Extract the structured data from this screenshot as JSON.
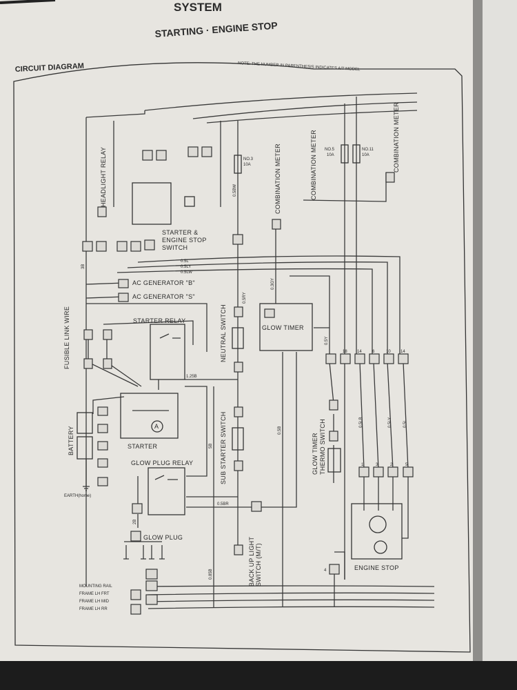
{
  "header": {
    "system_title": "SYSTEM",
    "subtitle": "STARTING · ENGINE STOP",
    "section": "CIRCUIT DIAGRAM",
    "note": "NOTE: THE NUMBER IN PARENTHESIS INDICATES A/T MODEL"
  },
  "components": {
    "headlight_relay": "HEADLIGHT RELAY",
    "starter_switch": [
      "STARTER &",
      "ENGINE STOP",
      "SWITCH"
    ],
    "ac_gen_b": "AC GENERATOR \"B\"",
    "ac_gen_s": "AC GENERATOR \"S\"",
    "fusible_link": "FUSIBLE LINK WIRE",
    "starter_relay": "STARTER RELAY",
    "starter": "STARTER",
    "battery": "BATTERY",
    "earth": "EARTH(home)",
    "glow_plug_relay": "GLOW PLUG RELAY",
    "glow_plug": "GLOW PLUG",
    "neutral_switch": "NEUTRAL SWITCH",
    "sub_starter_switch": "SUB STARTER SWITCH",
    "glow_timer": "GLOW TIMER",
    "combination_meter": "COMBINATION METER",
    "fuse_3": [
      "NO.3",
      "10A"
    ],
    "fuse_5": [
      "NO.5",
      "10A"
    ],
    "fuse_11": [
      "NO.11",
      "10A"
    ],
    "thermo_switch": [
      "GLOW TIMER",
      "THERMO SWITCH"
    ],
    "engine_stop": "ENGINE STOP",
    "backup_light": [
      "BACK UP LIGHT",
      "SWITCH (M/T)"
    ],
    "ground_rails": [
      "MOUNTING RAIL",
      "FRAME LH FRT",
      "FRAME LH MID",
      "FRAME LH RR"
    ]
  },
  "wire_labels": [
    "0.5L",
    "0.5LY",
    "0.5LW",
    "0.5BW",
    "0.5RY",
    "0.3GY",
    "1.25B",
    "0.5BR",
    "0.5B",
    "0.5Y",
    "0.5LB",
    "0.5LY",
    "0.5L",
    "5B",
    "3B",
    "2B",
    "0.85B"
  ],
  "pin_numbers": [
    "18",
    "14",
    "6",
    "10",
    "14",
    "1",
    "3",
    "2",
    "5",
    "4"
  ]
}
